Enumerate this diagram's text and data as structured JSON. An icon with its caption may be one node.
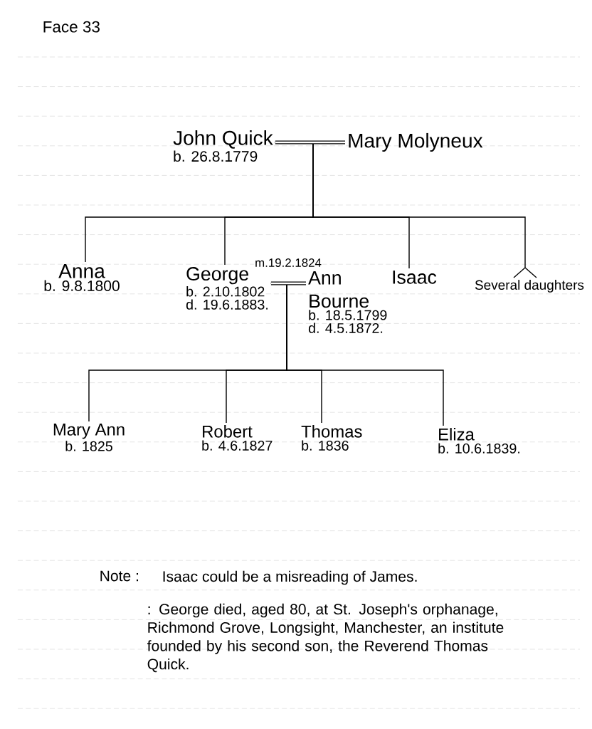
{
  "diagram": {
    "title": "Face 33",
    "nodes": [
      {
        "text": [
          "John Quick",
          "b. 26.8.1779"
        ]
      },
      {
        "text": [
          "Mary Molyneux"
        ]
      },
      {
        "text": [
          "Anna",
          "b. 9.8.1800"
        ]
      },
      {
        "text": [
          "George",
          "b. 2.10.1802",
          "d. 19.6.1883."
        ]
      },
      {
        "text": [
          "Ann Bourne",
          "b. 18.5.1799",
          "d. 4.5.1872."
        ]
      },
      {
        "text": [
          "Isaac"
        ]
      },
      {
        "text": [
          "Several daughters"
        ]
      },
      {
        "text": [
          "Mary Ann",
          "b. 1825"
        ]
      },
      {
        "text": [
          "Robert",
          "b. 4.6.1827"
        ]
      },
      {
        "text": [
          "Thomas",
          "b. 1836"
        ]
      },
      {
        "text": [
          "Eliza",
          "b. 10.6.1839."
        ]
      }
    ],
    "edges": [
      {
        "from": 0,
        "to": 1,
        "arrow": "none",
        "style": "thick"
      },
      {
        "from": 0,
        "to": 2,
        "arrow": "none"
      },
      {
        "from": 0,
        "to": 3,
        "arrow": "none"
      },
      {
        "from": 0,
        "to": 5,
        "arrow": "none"
      },
      {
        "from": 0,
        "to": 6,
        "arrow": "none"
      },
      {
        "from": 3,
        "to": 4,
        "arrow": "none",
        "style": "thick",
        "label": "m.19.2.1824"
      },
      {
        "from": 3,
        "to": 7,
        "arrow": "none"
      },
      {
        "from": 3,
        "to": 8,
        "arrow": "none"
      },
      {
        "from": 3,
        "to": 9,
        "arrow": "none"
      },
      {
        "from": 3,
        "to": 10,
        "arrow": "none"
      }
    ],
    "labels": [
      "Note :",
      "Isaac could be a misreading of James.",
      ": George died, aged 80, at St. Joseph's orphanage, Richmond Grove, Longsight, Manchester, an institute founded by his second son, the Reverend Thomas Quick."
    ]
  }
}
